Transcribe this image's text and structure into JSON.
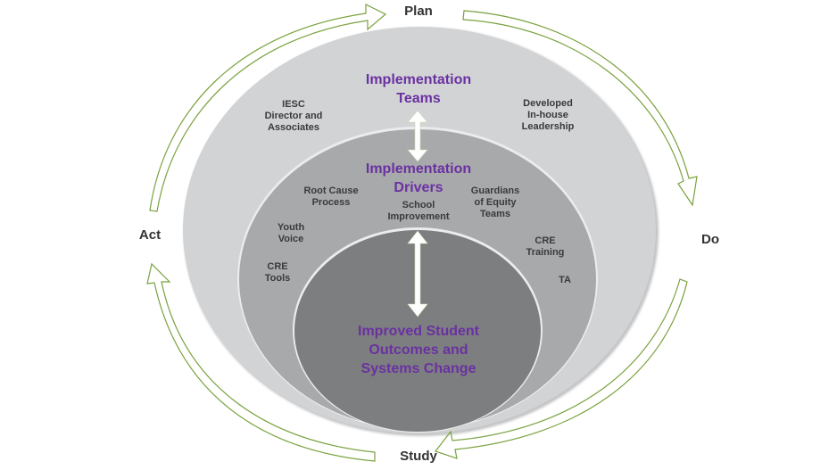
{
  "colors": {
    "outer_fill": "#d2d3d5",
    "middle_fill": "#a8a9ab",
    "inner_fill": "#7d7e80",
    "cycle_arrow": "#7aa23f",
    "title_purple": "#6a31a1",
    "double_arrow": "#ffffff"
  },
  "cycle": {
    "plan": "Plan",
    "do": "Do",
    "study": "Study",
    "act": "Act"
  },
  "outer_ring": {
    "title": "Implementation\nTeams",
    "items": [
      {
        "id": "iesc",
        "label": "IESC\nDirector and\nAssociates"
      },
      {
        "id": "leadership",
        "label": "Developed\nIn-house\nLeadership"
      }
    ]
  },
  "middle_ring": {
    "title": "Implementation\nDrivers",
    "items": [
      {
        "id": "root-cause",
        "label": "Root Cause\nProcess"
      },
      {
        "id": "school-improvement",
        "label": "School\nImprovement"
      },
      {
        "id": "guardians",
        "label": "Guardians\nof Equity\nTeams"
      },
      {
        "id": "youth-voice",
        "label": "Youth\nVoice"
      },
      {
        "id": "cre-tools",
        "label": "CRE\nTools"
      },
      {
        "id": "cre-training",
        "label": "CRE\nTraining"
      },
      {
        "id": "ta",
        "label": "TA"
      }
    ]
  },
  "inner_core": {
    "title": "Improved Student\nOutcomes and\nSystems Change"
  }
}
